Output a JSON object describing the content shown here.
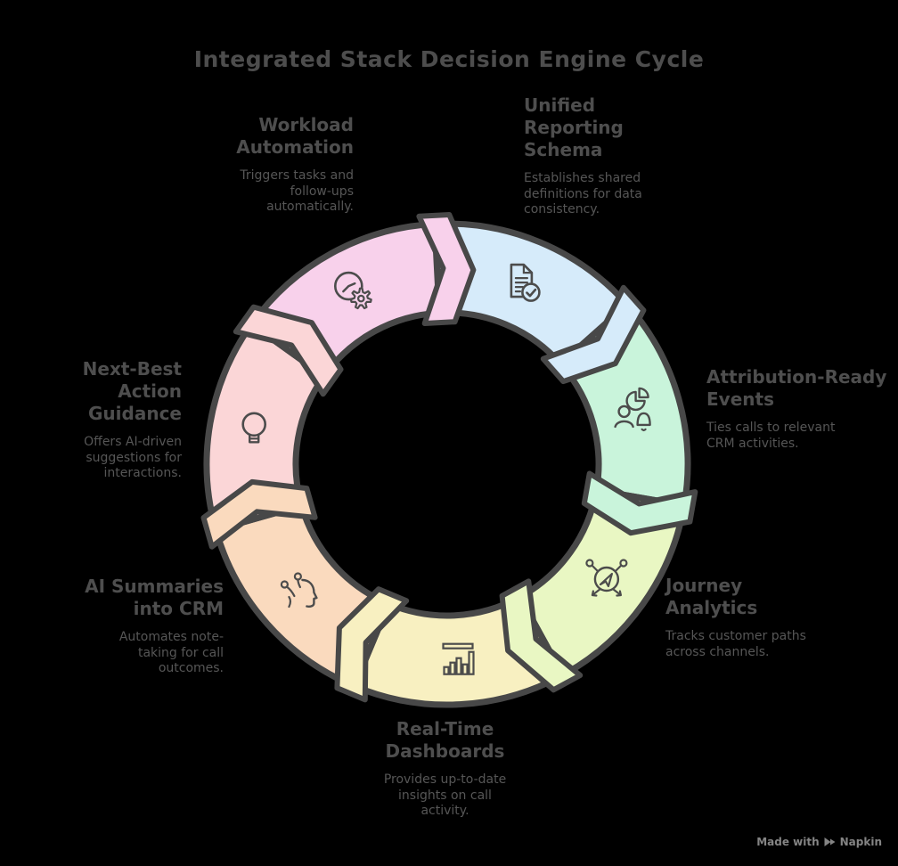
{
  "title": "Integrated Stack Decision Engine Cycle",
  "watermark": {
    "text": "Made with",
    "brand": "Napkin"
  },
  "diagram": {
    "type": "cycle",
    "direction": "clockwise",
    "background_color": "#000000",
    "outline_color": "#484848",
    "icon_color": "#4c4c4c",
    "steps": [
      {
        "id": "unified-reporting-schema",
        "label": "Unified\nReporting\nSchema",
        "description": "Establishes shared\ndefinitions for data\nconsistency.",
        "color": "#d6ebfa",
        "icon": "document-check-icon"
      },
      {
        "id": "attribution-ready-events",
        "label": "Attribution-Ready\nEvents",
        "description": "Ties calls to relevant\nCRM activities.",
        "color": "#c9f4db",
        "icon": "user-pie-bell-icon"
      },
      {
        "id": "journey-analytics",
        "label": "Journey\nAnalytics",
        "description": "Tracks customer paths\nacross channels.",
        "color": "#e9f7c3",
        "icon": "navigation-network-icon"
      },
      {
        "id": "real-time-dashboards",
        "label": "Real-Time\nDashboards",
        "description": "Provides up-to-date\ninsights on call\nactivity.",
        "color": "#f8f0c1",
        "icon": "bar-chart-icon"
      },
      {
        "id": "ai-summaries-into-crm",
        "label": "AI Summaries\ninto CRM",
        "description": "Automates note-\ntaking for call\noutcomes.",
        "color": "#fadabe",
        "icon": "ai-head-icon"
      },
      {
        "id": "next-best-action-guidance",
        "label": "Next-Best Action\nGuidance",
        "description": "Offers AI-driven\nsuggestions for\ninteractions.",
        "color": "#fbd6d7",
        "icon": "lightbulb-icon"
      },
      {
        "id": "workload-automation",
        "label": "Workload\nAutomation",
        "description": "Triggers tasks and\nfollow-ups\nautomatically.",
        "color": "#f8d1eb",
        "icon": "clock-gear-icon"
      }
    ]
  }
}
